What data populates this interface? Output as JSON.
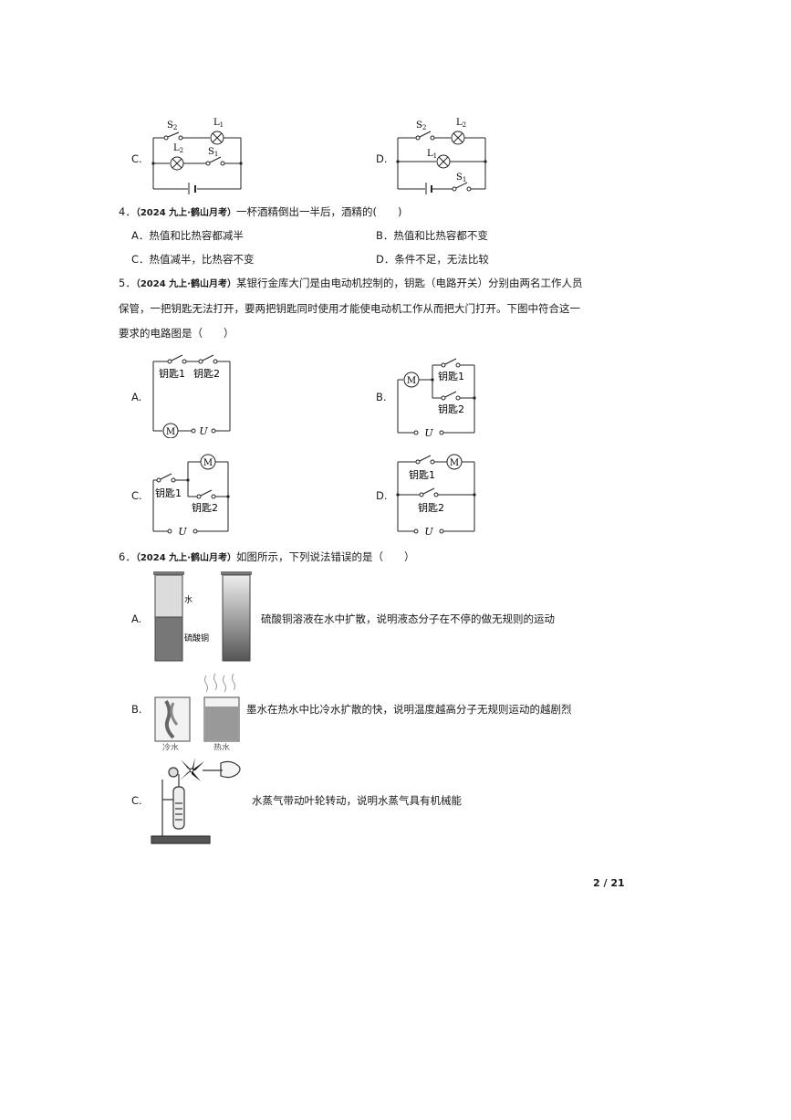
{
  "q3": {
    "option_c_label": "C.",
    "option_d_label": "D.",
    "c_s2": "S",
    "c_s2_sub": "2",
    "c_l1": "L",
    "c_l1_sub": "1",
    "c_l2": "L",
    "c_l2_sub": "2",
    "c_s1": "S",
    "c_s1_sub": "1",
    "d_s2": "S",
    "d_s2_sub": "2",
    "d_l2": "L",
    "d_l2_sub": "2",
    "d_l1": "L",
    "d_l1_sub": "1",
    "d_s1": "S",
    "d_s1_sub": "1"
  },
  "q4": {
    "number": "4．",
    "source": "（2024 九上·鹤山月考）",
    "stem": "一杯酒精倒出一半后，酒精的(　　)",
    "options": [
      "A．热值和比热容都减半",
      "B．热值和比热容都不变",
      "C．热值减半，比热容不变",
      "D．条件不足，无法比较"
    ]
  },
  "q5": {
    "number": "5．",
    "source": "（2024 九上·鹤山月考）",
    "stem_line1": "某银行金库大门是由电动机控制的，钥匙（电路开关）分别由两名工作人员",
    "stem_line2": "保管，一把钥匙无法打开，要两把钥匙同时使用才能使电动机工作从而把大门打开。下图中符合这一",
    "stem_line3": "要求的电路图是（　　）",
    "option_a_label": "A.",
    "option_b_label": "B.",
    "option_c_label": "C.",
    "option_d_label": "D.",
    "key1": "钥匙1",
    "key2": "钥匙2",
    "motor": "M",
    "source_label": "U"
  },
  "q6": {
    "number": "6．",
    "source": "（2024 九上·鹤山月考）",
    "stem": "如图所示，下列说法错误的是（　　）",
    "option_a_label": "A.",
    "option_a_text": "硫酸铜溶液在水中扩散，说明液态分子在不停的做无规则的运动",
    "option_a_water": "水",
    "option_a_solution": "硫酸铜",
    "option_b_label": "B.",
    "option_b_text": "墨水在热水中比冷水扩散的快，说明温度越高分子无规则运动的越剧烈",
    "option_b_cold": "冷水",
    "option_b_hot": "热水",
    "option_c_label": "C.",
    "option_c_text": "水蒸气带动叶轮转动，说明水蒸气具有机械能"
  },
  "footer": {
    "page": "2 / 21"
  }
}
